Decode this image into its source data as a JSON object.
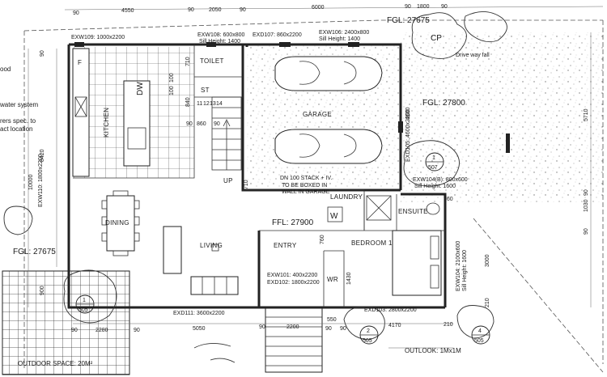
{
  "rooms": {
    "kitchen": "KITCHEN",
    "dw": "DW",
    "fridge": "F",
    "toilet": "TOILET",
    "st": "ST",
    "garage": "GARAGE",
    "dining": "DINING",
    "living": "LIVING",
    "entry": "ENTRY",
    "laundry": "LAUNDRY",
    "ensuite": "ENSUITE",
    "bedroom": "BEDROOM 1",
    "wr": "WR",
    "cp": "CP",
    "washer": "W",
    "up": "UP"
  },
  "levels": {
    "fgl_top": "FGL: 27675",
    "fgl_drive": "FGL: 27800",
    "fgl_left": "FGL: 27675",
    "ffl": "FFL: 27900"
  },
  "windows": {
    "exw109": "EXW109: 1000x2200",
    "exw108": "EXW108: 600x800",
    "exw108_sill": "Sill Height: 1400",
    "exd107": "EXD107: 860x2200",
    "exw106": "EXW106: 2400x800",
    "exw106_sill": "Sill Height: 1400",
    "exw110": "EXW110: 1800x2200",
    "exw104": "EXW104(B): 800x600",
    "exw104_sill": "Sill Height: 1600",
    "exw104b": "EXW104: 2100x600",
    "exw104b_sill": "Sill Height: 1600",
    "exd105": "EXD105: 4600x2200",
    "exw101": "EXW101: 400x2200",
    "exd102": "EXD102: 1800x2200",
    "exd103": "EXD103: 2800x2200",
    "exd111": "EXD111: 3600x2200"
  },
  "notes": {
    "stack": "DN 100 STACK + IV.",
    "boxed1": "TO BE BOXED IN",
    "boxed2": "WALL IN GARAGE",
    "driveway": "Drive way fall",
    "outdoor": "OUTDOOR SPACE: 20M²",
    "outlook": "OUTLOOK: 1Mx1M",
    "left1": "ood",
    "left2": "water system",
    "left3": "rers spec. to",
    "left4": "act location"
  },
  "dims_top": [
    "90",
    "4550",
    "90",
    "2050",
    "90",
    "6000",
    "90",
    "1800",
    "90"
  ],
  "dims_kitchen": [
    "710",
    "100",
    "840",
    "90",
    "100",
    "860",
    "90"
  ],
  "dims_stairs": [
    "11",
    "12",
    "13",
    "14"
  ],
  "dims_right": [
    "5710",
    "4600",
    "1030",
    "90",
    "90",
    "3000",
    "210"
  ],
  "dims_left": [
    "8420",
    "10000",
    "90",
    "900"
  ],
  "dims_bottom": [
    "90",
    "2280",
    "90",
    "5050",
    "90",
    "2200",
    "550",
    "90",
    "90",
    "4170",
    "210"
  ],
  "dims_misc": [
    "760",
    "760",
    "1430",
    "710"
  ],
  "tags": {
    "t1_top": "1",
    "t1_bottom": "505",
    "t2_top": "2",
    "t2_bottom": "505",
    "t4_top": "4",
    "t4_bottom": "505",
    "t507_top": "1",
    "t507_bottom": "507"
  }
}
